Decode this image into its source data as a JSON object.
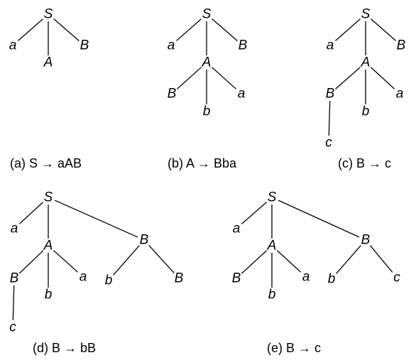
{
  "trees": [
    {
      "caption": "(a) S → aAB",
      "nodes": [
        {
          "id": "S",
          "label": "S"
        },
        {
          "id": "a",
          "label": "a"
        },
        {
          "id": "A",
          "label": "A"
        },
        {
          "id": "B",
          "label": "B"
        }
      ],
      "edges": [
        [
          "S",
          "a"
        ],
        [
          "S",
          "A"
        ],
        [
          "S",
          "B"
        ]
      ]
    },
    {
      "caption": "(b) A → Bba",
      "nodes": [
        {
          "id": "S",
          "label": "S"
        },
        {
          "id": "a",
          "label": "a"
        },
        {
          "id": "A",
          "label": "A"
        },
        {
          "id": "B",
          "label": "B"
        },
        {
          "id": "B2",
          "label": "B"
        },
        {
          "id": "b",
          "label": "b"
        },
        {
          "id": "a2",
          "label": "a"
        }
      ],
      "edges": [
        [
          "S",
          "a"
        ],
        [
          "S",
          "A"
        ],
        [
          "S",
          "B"
        ],
        [
          "A",
          "B2"
        ],
        [
          "A",
          "b"
        ],
        [
          "A",
          "a2"
        ]
      ]
    },
    {
      "caption": "(c) B → c",
      "nodes": [
        {
          "id": "S",
          "label": "S"
        },
        {
          "id": "a",
          "label": "a"
        },
        {
          "id": "A",
          "label": "A"
        },
        {
          "id": "B",
          "label": "B"
        },
        {
          "id": "B2",
          "label": "B"
        },
        {
          "id": "b",
          "label": "b"
        },
        {
          "id": "a2",
          "label": "a"
        },
        {
          "id": "c",
          "label": "c"
        }
      ],
      "edges": [
        [
          "S",
          "a"
        ],
        [
          "S",
          "A"
        ],
        [
          "S",
          "B"
        ],
        [
          "A",
          "B2"
        ],
        [
          "A",
          "b"
        ],
        [
          "A",
          "a2"
        ],
        [
          "B2",
          "c"
        ]
      ]
    },
    {
      "caption": "(d) B → bB",
      "nodes": [
        {
          "id": "S",
          "label": "S"
        },
        {
          "id": "a",
          "label": "a"
        },
        {
          "id": "A",
          "label": "A"
        },
        {
          "id": "B",
          "label": "B"
        },
        {
          "id": "B2",
          "label": "B"
        },
        {
          "id": "b",
          "label": "b"
        },
        {
          "id": "a2",
          "label": "a"
        },
        {
          "id": "c",
          "label": "c"
        },
        {
          "id": "b3",
          "label": "b"
        },
        {
          "id": "B3",
          "label": "B"
        }
      ],
      "edges": [
        [
          "S",
          "a"
        ],
        [
          "S",
          "A"
        ],
        [
          "S",
          "B"
        ],
        [
          "A",
          "B2"
        ],
        [
          "A",
          "b"
        ],
        [
          "A",
          "a2"
        ],
        [
          "B2",
          "c"
        ],
        [
          "B",
          "b3"
        ],
        [
          "B",
          "B3"
        ]
      ]
    },
    {
      "caption": "(e) B → c",
      "nodes": [
        {
          "id": "S",
          "label": "S"
        },
        {
          "id": "a",
          "label": "a"
        },
        {
          "id": "A",
          "label": "A"
        },
        {
          "id": "B",
          "label": "B"
        },
        {
          "id": "B2",
          "label": "B"
        },
        {
          "id": "b",
          "label": "b"
        },
        {
          "id": "a2",
          "label": "a"
        },
        {
          "id": "b3",
          "label": "b"
        },
        {
          "id": "c3",
          "label": "c"
        }
      ],
      "edges": [
        [
          "S",
          "a"
        ],
        [
          "S",
          "A"
        ],
        [
          "S",
          "B"
        ],
        [
          "A",
          "B2"
        ],
        [
          "A",
          "b"
        ],
        [
          "A",
          "a2"
        ],
        [
          "B",
          "b3"
        ],
        [
          "B",
          "c3"
        ]
      ]
    }
  ]
}
